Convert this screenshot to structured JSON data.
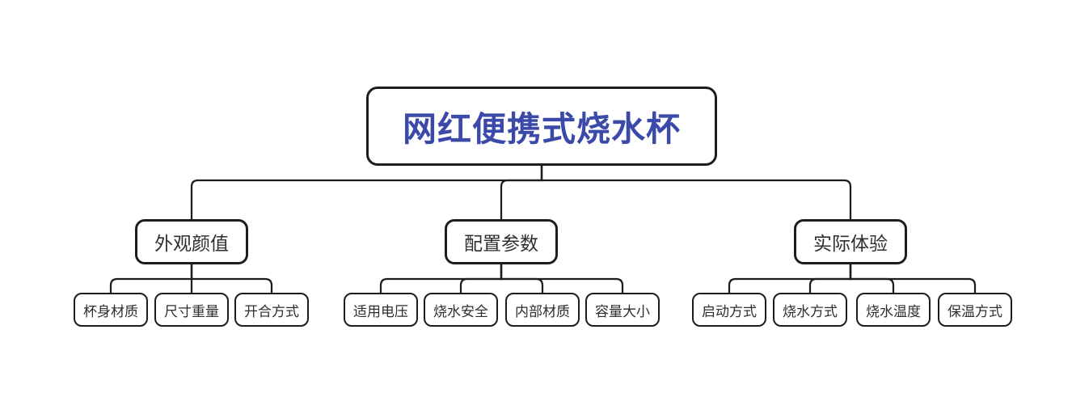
{
  "colors": {
    "accent": "#3B49A8",
    "line": "#1d1d1d",
    "text": "#2e2e2e",
    "node-bg": "#ffffff"
  },
  "root": {
    "label": "网红便携式烧水杯"
  },
  "branches": [
    {
      "label": "外观颜值",
      "children": [
        {
          "label": "杯身材质"
        },
        {
          "label": "尺寸重量"
        },
        {
          "label": "开合方式"
        }
      ]
    },
    {
      "label": "配置参数",
      "children": [
        {
          "label": "适用电压"
        },
        {
          "label": "烧水安全"
        },
        {
          "label": "内部材质"
        },
        {
          "label": "容量大小"
        }
      ]
    },
    {
      "label": "实际体验",
      "children": [
        {
          "label": "启动方式"
        },
        {
          "label": "烧水方式"
        },
        {
          "label": "烧水温度"
        },
        {
          "label": "保温方式"
        }
      ]
    }
  ]
}
